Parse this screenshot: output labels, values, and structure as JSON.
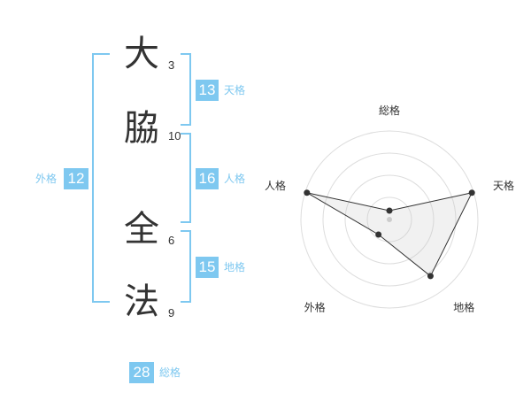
{
  "name": {
    "chars": [
      {
        "char": "大",
        "strokes": "3"
      },
      {
        "char": "脇",
        "strokes": "10"
      },
      {
        "char": "全",
        "strokes": "6"
      },
      {
        "char": "法",
        "strokes": "9"
      }
    ]
  },
  "fortunes": {
    "tenkaku": {
      "value": "13",
      "label": "天格"
    },
    "jinkaku": {
      "value": "16",
      "label": "人格"
    },
    "chikaku": {
      "value": "15",
      "label": "地格"
    },
    "gaikaku": {
      "value": "12",
      "label": "外格"
    },
    "soukaku": {
      "value": "28",
      "label": "総格"
    }
  },
  "colors": {
    "accent": "#7ec8f0",
    "text": "#333333"
  },
  "chart_data": {
    "type": "radar",
    "axes": [
      "総格",
      "天格",
      "地格",
      "外格",
      "人格"
    ],
    "values": [
      0.1,
      0.98,
      0.79,
      0.21,
      0.98
    ],
    "range": [
      0,
      1
    ],
    "rings": 4,
    "grid": true
  }
}
